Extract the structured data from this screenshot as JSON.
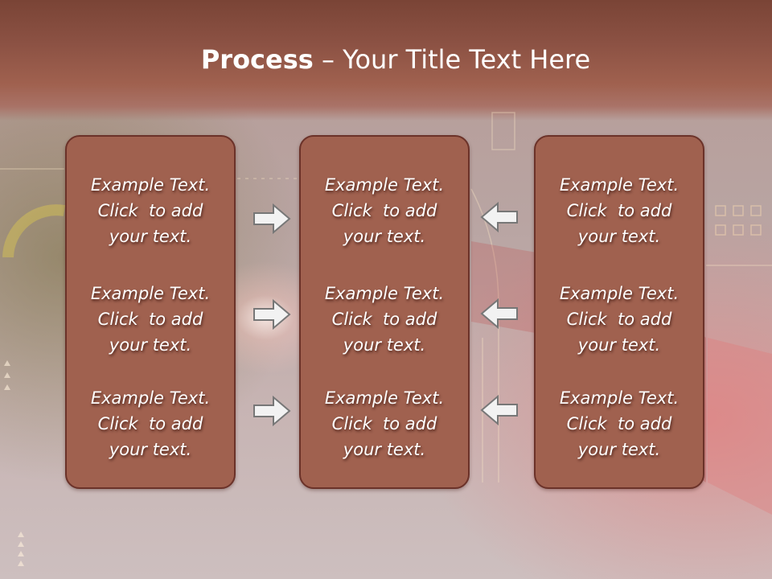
{
  "title": {
    "bold": "Process",
    "rest": " – Your Title Text Here"
  },
  "columns": [
    {
      "items": [
        {
          "line1": "Example Text.",
          "line2": "Click  to add",
          "line3": "your text."
        },
        {
          "line1": "Example Text.",
          "line2": "Click  to add",
          "line3": "your text."
        },
        {
          "line1": "Example Text.",
          "line2": "Click  to add",
          "line3": "your text."
        }
      ]
    },
    {
      "items": [
        {
          "line1": "Example Text.",
          "line2": "Click  to add",
          "line3": "your text."
        },
        {
          "line1": "Example Text.",
          "line2": "Click  to add",
          "line3": "your text."
        },
        {
          "line1": "Example Text.",
          "line2": "Click  to add",
          "line3": "your text."
        }
      ]
    },
    {
      "items": [
        {
          "line1": "Example Text.",
          "line2": "Click  to add",
          "line3": "your text."
        },
        {
          "line1": "Example Text.",
          "line2": "Click  to add",
          "line3": "your text."
        },
        {
          "line1": "Example Text.",
          "line2": "Click  to add",
          "line3": "your text."
        }
      ]
    }
  ],
  "colors": {
    "header": "#8b5143",
    "box_fill": "#a0614f",
    "box_border": "#6b3229",
    "arrow_fill": "#f2f2f2",
    "arrow_stroke": "#777777"
  },
  "icons": {
    "left_arrows": "right-arrow-icon",
    "right_arrows": "left-arrow-icon"
  }
}
